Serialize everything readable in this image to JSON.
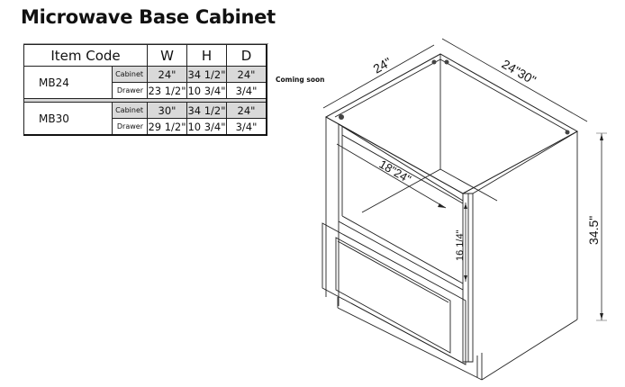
{
  "title": "Microwave Base Cabinet",
  "table": {
    "headers": {
      "item_code": "Item Code",
      "w": "W",
      "h": "H",
      "d": "D"
    },
    "rows": [
      {
        "model": "MB24",
        "cabinet": {
          "label": "Cabinet",
          "w": "24\"",
          "h": "34 1/2\"",
          "d": "24\""
        },
        "drawer": {
          "label": "Drawer",
          "w": "23 1/2\"",
          "h": "10 3/4\"",
          "d": "3/4\""
        }
      },
      {
        "model": "MB30",
        "cabinet": {
          "label": "Cabinet",
          "w": "30\"",
          "h": "34 1/2\"",
          "d": "24\""
        },
        "drawer": {
          "label": "Drawer",
          "w": "29 1/2\"",
          "h": "10 3/4\"",
          "d": "3/4\""
        }
      }
    ]
  },
  "note": "Coming soon",
  "drawing": {
    "dim_depth": "24\"",
    "dim_width": "24\"30\"",
    "dim_opening_width": "18\"24\"",
    "dim_opening_height": "16 1/4\"",
    "dim_height": "34.5\""
  }
}
